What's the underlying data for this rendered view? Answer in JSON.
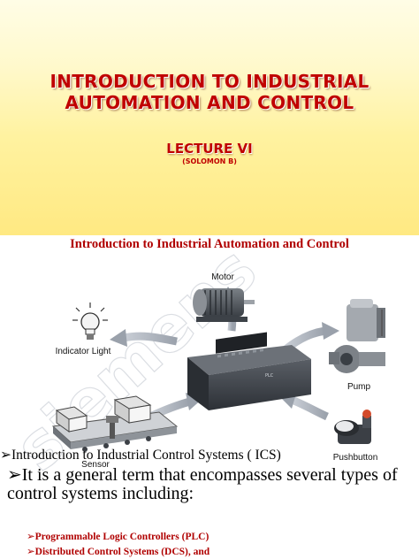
{
  "title_slide": {
    "title_line1": "Introduction to Industrial",
    "title_line2": "Automation and Control",
    "lecture": "Lecture VI",
    "author": "(Solomon B)"
  },
  "content_slide": {
    "heading": "Introduction to Industrial Automation and Control",
    "diagram": {
      "center_label": "PLC",
      "motor": "Motor",
      "indicator": "Indicator Light",
      "pump": "Pump",
      "sensor": "Sensor",
      "pushbutton": "Pushbutton",
      "watermark": "siemens"
    },
    "bullet1": "Introduction  to Industrial Control  Systems ( ICS)",
    "bullet2": "It is a general term that encompasses several types of control systems including:",
    "sub_bullets": [
      "Programmable Logic Controllers (PLC)",
      "Distributed  Control Systems (DCS), and"
    ]
  },
  "colors": {
    "title_red": "#c00000",
    "heading_red": "#b00000",
    "title_bg_top": "#fffde6",
    "title_bg_bottom": "#ffe982"
  }
}
